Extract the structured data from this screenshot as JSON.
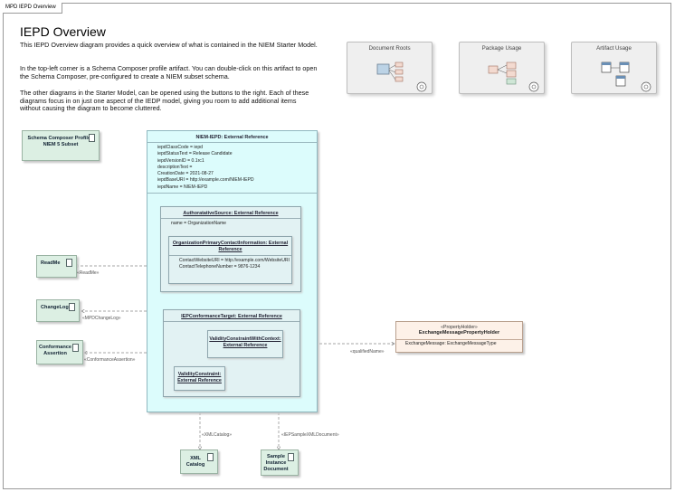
{
  "diagram_tab": "MPD IEPD Overview",
  "title": "IEPD Overview",
  "intro": [
    "This IEPD Overview diagram provides a quick overview of what is contained in the NIEM Starter Model.",
    "In the top-left corner is a Schema Composer profile artifact.  You can double-click on this artifact to open the Schema Composer, pre-configured to create a NIEM subset schema.",
    "The other diagrams in the Starter Model, can be opened using the buttons to the right.  Each of these diagrams focus in on just one aspect of the IEDP model, giving you room to add additional items without causing the diagram to become cluttered."
  ],
  "nav_buttons": [
    {
      "label": "Document Roots"
    },
    {
      "label": "Package Usage"
    },
    {
      "label": "Artifact Usage"
    }
  ],
  "schema_composer": {
    "line1": "Schema Composer Profile -",
    "line2": "NIEM 5 Subset"
  },
  "niem_iepd": {
    "title": "NIEM-IEPD: External Reference",
    "attributes": [
      "iepdClassCode = iepd",
      "iepdStatusText = Release Candidate",
      "iepdVersionID = 0.1rc1",
      "descriptionText =",
      "CreationDate = 2021-08-27",
      "iepdBaseURI = http://example.com/NIEM-IEPD",
      "iepdName = NIEM-IEPD"
    ]
  },
  "authoritative_source": {
    "title": "AuthoratativeSource: External Reference",
    "attribute": "name = OrganizationName"
  },
  "org_contact": {
    "title_line1": "OrganizationPrimaryContactInformation: External",
    "title_line2": "Reference",
    "attributes": [
      "ContactWebsiteURI = http://example.com/WebsiteURI",
      "ContactTelephoneNumber = 9876-1234"
    ]
  },
  "conformance_target": {
    "title": "IEPConformanceTarget: External Reference"
  },
  "constraint_context": {
    "line1": "ValidityConstraintWithContext:",
    "line2": "External Reference"
  },
  "constraint": {
    "line1": "ValidityConstraint:",
    "line2": "External Reference"
  },
  "artifacts": {
    "readme": "ReadMe",
    "changelog": "ChangeLog",
    "conformance_line1": "Conformance",
    "conformance_line2": "Assertion",
    "xml_line1": "XML",
    "xml_line2": "Catalog",
    "sample_line1": "Sample",
    "sample_line2": "Instance",
    "sample_line3": "Document"
  },
  "links": {
    "readme": "«ReadMe»",
    "changelog": "«MPDChangeLog»",
    "conformance": "«ConformanceAssertion»",
    "xml_catalog": "«XMLCatalog»",
    "sample": "«IEPSampleXMLDocument»",
    "qualified": "«qualifiedName»"
  },
  "property_holder": {
    "stereotype": "«PropertyHolder»",
    "name": "ExchangeMessagePropertyHolder",
    "attribute": "ExchangeMessage: ExchangeMessageType"
  }
}
